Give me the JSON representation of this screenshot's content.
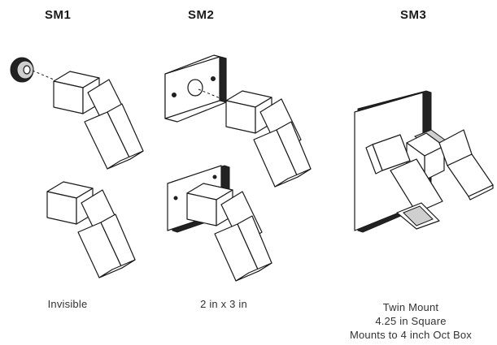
{
  "mounts": [
    {
      "title": "SM1",
      "caption_lines": [
        "Invisible"
      ]
    },
    {
      "title": "SM2",
      "caption_lines": [
        "2 in x 3 in"
      ]
    },
    {
      "title": "SM3",
      "caption_lines": [
        "Twin Mount",
        "4.25 in Square",
        "Mounts to 4 inch Oct Box"
      ]
    }
  ]
}
